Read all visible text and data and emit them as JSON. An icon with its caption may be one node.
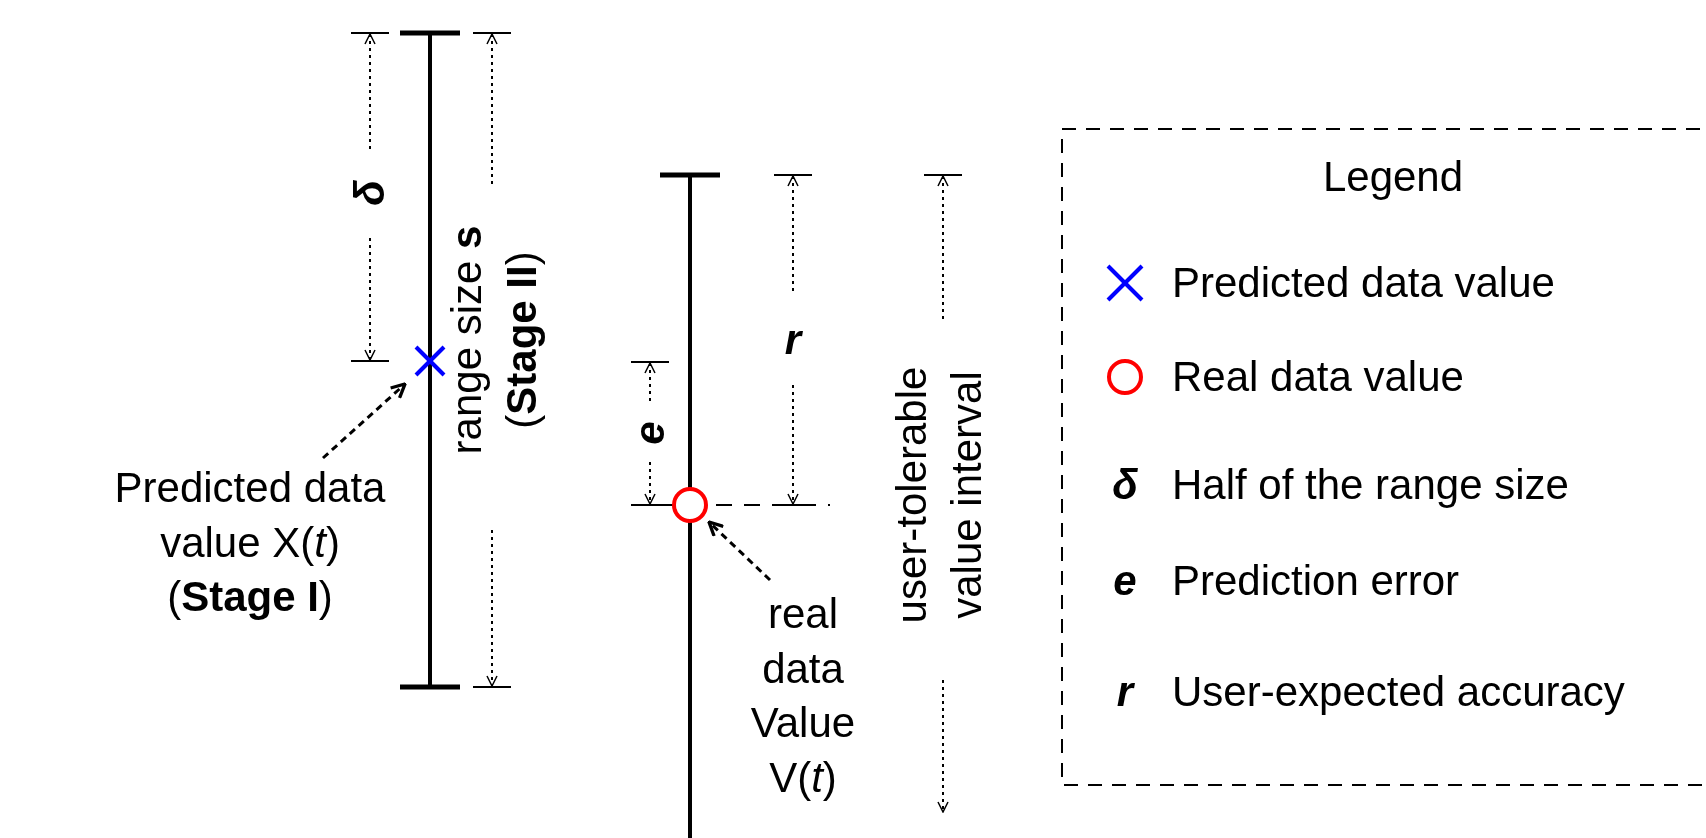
{
  "diagram": {
    "nodes": [
      {
        "text": [
          "Predicted data value X(*t*) (**Stage I**)"
        ]
      },
      {
        "text": [],
        "shape": "cross"
      },
      {
        "text": [
          "real data Value V(*t*)"
        ]
      },
      {
        "text": [],
        "shape": "circle"
      }
    ],
    "edges": [
      {
        "from": 0,
        "to": 1,
        "arrow": "to",
        "style": "dashed"
      },
      {
        "from": 2,
        "to": 3,
        "arrow": "to",
        "style": "dashed"
      }
    ],
    "labels": [
      "δ",
      "range size **s** (**Stage II**)",
      "r",
      "e",
      "user-tolerable value interval",
      "Legend",
      "δ",
      "e",
      "r"
    ],
    "legend": [
      {
        "text": "Predicted data value"
      },
      {
        "text": "Real data value"
      },
      {
        "text": "Half of the range size"
      },
      {
        "text": "Prediction error"
      },
      {
        "text": "User-expected accuracy"
      }
    ]
  }
}
